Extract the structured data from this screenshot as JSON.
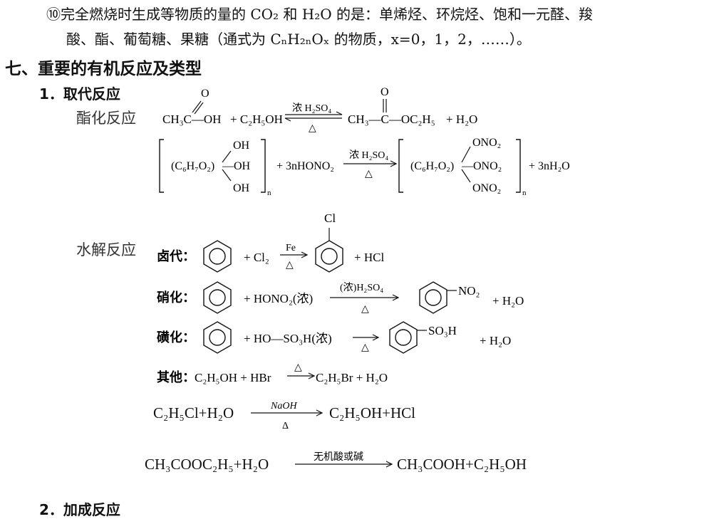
{
  "item10": {
    "line1": "⑩完全燃烧时生成等物质的量的 CO₂ 和 H₂O 的是：单烯烃、环烷烃、饱和一元醛、羧",
    "line2": "酸、酯、葡萄糖、果糖（通式为 CₙH₂ₙOₓ 的物质，x=0，1，2，……）。"
  },
  "section7": {
    "title": "七、重要的有机反应及类型"
  },
  "sub1": {
    "title": "1．取代反应",
    "esterification_label": "酯化反应",
    "hydrolysis_label": "水解反应"
  },
  "esterification": {
    "reactant_acid": "CH₃C—OH",
    "acid_o": "O",
    "reactant_alcohol": "+ C₂H₅OH",
    "catalyst": "浓 H₂SO₄",
    "condition": "△",
    "product_ester": "CH₃—C—OC₂H₅",
    "ester_o": "O",
    "product_water": "+ H₂O"
  },
  "nitration_cellulose": {
    "core": "(C₆H₇O₂)",
    "oh1": "OH",
    "oh2": "—OH",
    "oh3": "OH",
    "n1": "n",
    "reagent": "+ 3nHONO₂",
    "catalyst": "浓 H₂SO₄",
    "condition": "△",
    "core2": "(C₆H₇O₂)",
    "ono1": "ONO₂",
    "ono2": "—ONO₂",
    "ono3": "ONO₂",
    "n2": "n",
    "product_water": "+ 3nH₂O"
  },
  "halogenation": {
    "label": "卤代：",
    "reagent": "+ Cl₂",
    "catalyst": "Fe",
    "condition": "△",
    "substituent": "Cl",
    "product2": "+ HCl"
  },
  "nitration": {
    "label": "硝化：",
    "reagent": "+ HONO₂(浓)",
    "catalyst": "(浓)H₂SO₄",
    "condition": "△",
    "substituent": "NO₂",
    "product2": "+ H₂O"
  },
  "sulfonation": {
    "label": "磺化：",
    "reagent": "+ HO—SO₃H(浓)",
    "condition": "△",
    "substituent": "SO₃H",
    "product2": "+ H₂O"
  },
  "others": {
    "label": "其他：",
    "reaction": "C₂H₅OH + HBr",
    "condition": "△",
    "products": "C₂H₅Br + H₂O"
  },
  "chloroethane_hydrolysis": {
    "reactants": "C₂H₅Cl+H₂O",
    "catalyst": "NaOH",
    "condition": "Δ",
    "products": "C₂H₅OH+HCl"
  },
  "ester_hydrolysis": {
    "reactants": "CH₃COOC₂H₅+H₂O",
    "catalyst": "无机酸或碱",
    "products": "CH₃COOH+C₂H₅OH"
  },
  "sub2": {
    "title": "2．加成反应"
  }
}
